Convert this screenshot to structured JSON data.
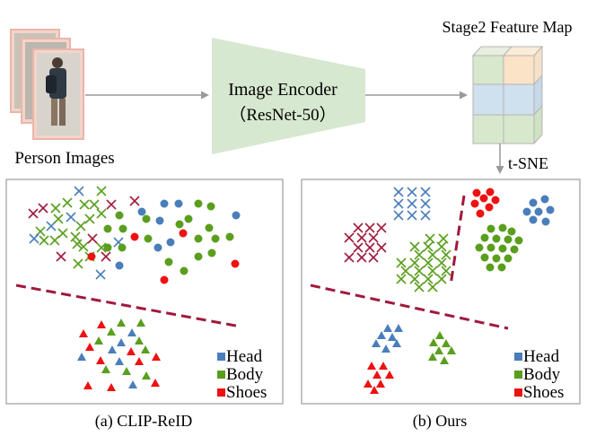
{
  "top": {
    "person_images_label": "Person Images",
    "encoder_title": "Image Encoder",
    "encoder_subtitle": "（ResNet-50）",
    "feature_map_label": "Stage2 Feature Map",
    "tsne_label": "t-SNE"
  },
  "legend_items": [
    {
      "label": "Head",
      "color": "#4a7ebb"
    },
    {
      "label": "Body",
      "color": "#5a9e1e"
    },
    {
      "label": "Shoes",
      "color": "#ee1111"
    }
  ],
  "marker_colors": {
    "cross": "#a0193c",
    "dashed_line": "#a0193c"
  },
  "panels": [
    {
      "caption": "(a) CLIP-ReID"
    },
    {
      "caption": "(b) Ours"
    }
  ]
}
